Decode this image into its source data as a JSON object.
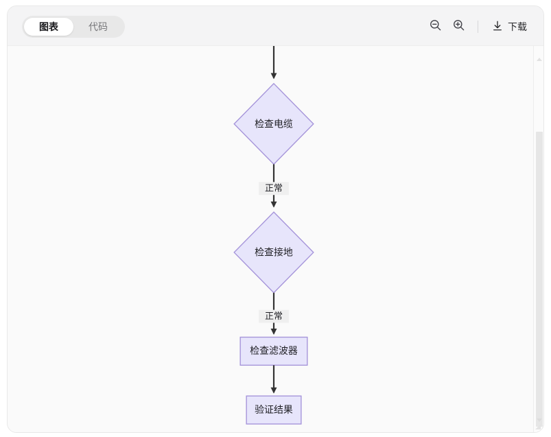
{
  "header": {
    "tabs": [
      {
        "label": "图表",
        "name": "tab-chart",
        "active": true
      },
      {
        "label": "代码",
        "name": "tab-code",
        "active": false
      }
    ],
    "toolbar": {
      "zoom_out_icon": "zoom-out-icon",
      "zoom_in_icon": "zoom-in-icon",
      "download_icon": "download-icon",
      "download_label": "下载"
    }
  },
  "diagram": {
    "type": "flowchart",
    "direction": "top-to-bottom",
    "colors": {
      "node_fill": "#e7e5fb",
      "node_stroke": "#a695da",
      "edge_stroke": "#333333",
      "label_bg": "#efefef",
      "canvas_bg": "#fafafa"
    },
    "nodes": [
      {
        "id": "n1",
        "label": "检查电缆",
        "shape": "diamond"
      },
      {
        "id": "n2",
        "label": "检查接地",
        "shape": "diamond"
      },
      {
        "id": "n3",
        "label": "检查滤波器",
        "shape": "rect"
      },
      {
        "id": "n4",
        "label": "验证结果",
        "shape": "rect"
      }
    ],
    "edges": [
      {
        "from": "entry",
        "to": "n1",
        "label": ""
      },
      {
        "from": "n1",
        "to": "n2",
        "label": "正常"
      },
      {
        "from": "n2",
        "to": "n3",
        "label": "正常"
      },
      {
        "from": "n3",
        "to": "n4",
        "label": ""
      }
    ]
  },
  "scrollbar": {
    "up_arrow": "scroll-up-arrow",
    "down_arrow": "scroll-down-arrow",
    "thumb": "scrollbar-thumb"
  }
}
